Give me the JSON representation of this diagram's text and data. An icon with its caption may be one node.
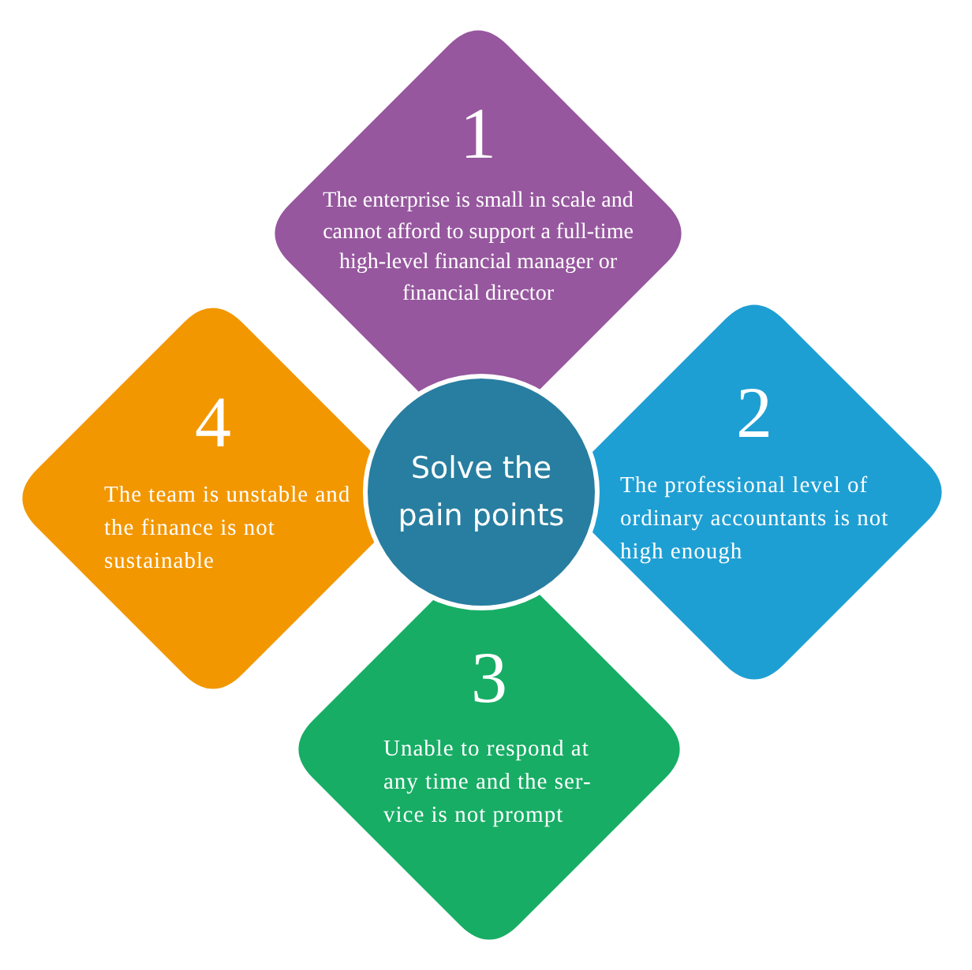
{
  "diagram": {
    "nodes": [
      {
        "text": [
          "1",
          "The enterprise is small in scale and cannot afford to support a full-time high-level financial manager or financial director"
        ]
      },
      {
        "text": [
          "2",
          "The professional level of ordinary accountants is not high enough"
        ]
      },
      {
        "text": [
          "3",
          "Unable to respond at any time and the ser- vice is not prompt"
        ]
      },
      {
        "text": [
          "4",
          "The team is unstable and the finance is not sustainable"
        ]
      },
      {
        "text": [
          "Solve the pain points"
        ]
      }
    ]
  }
}
